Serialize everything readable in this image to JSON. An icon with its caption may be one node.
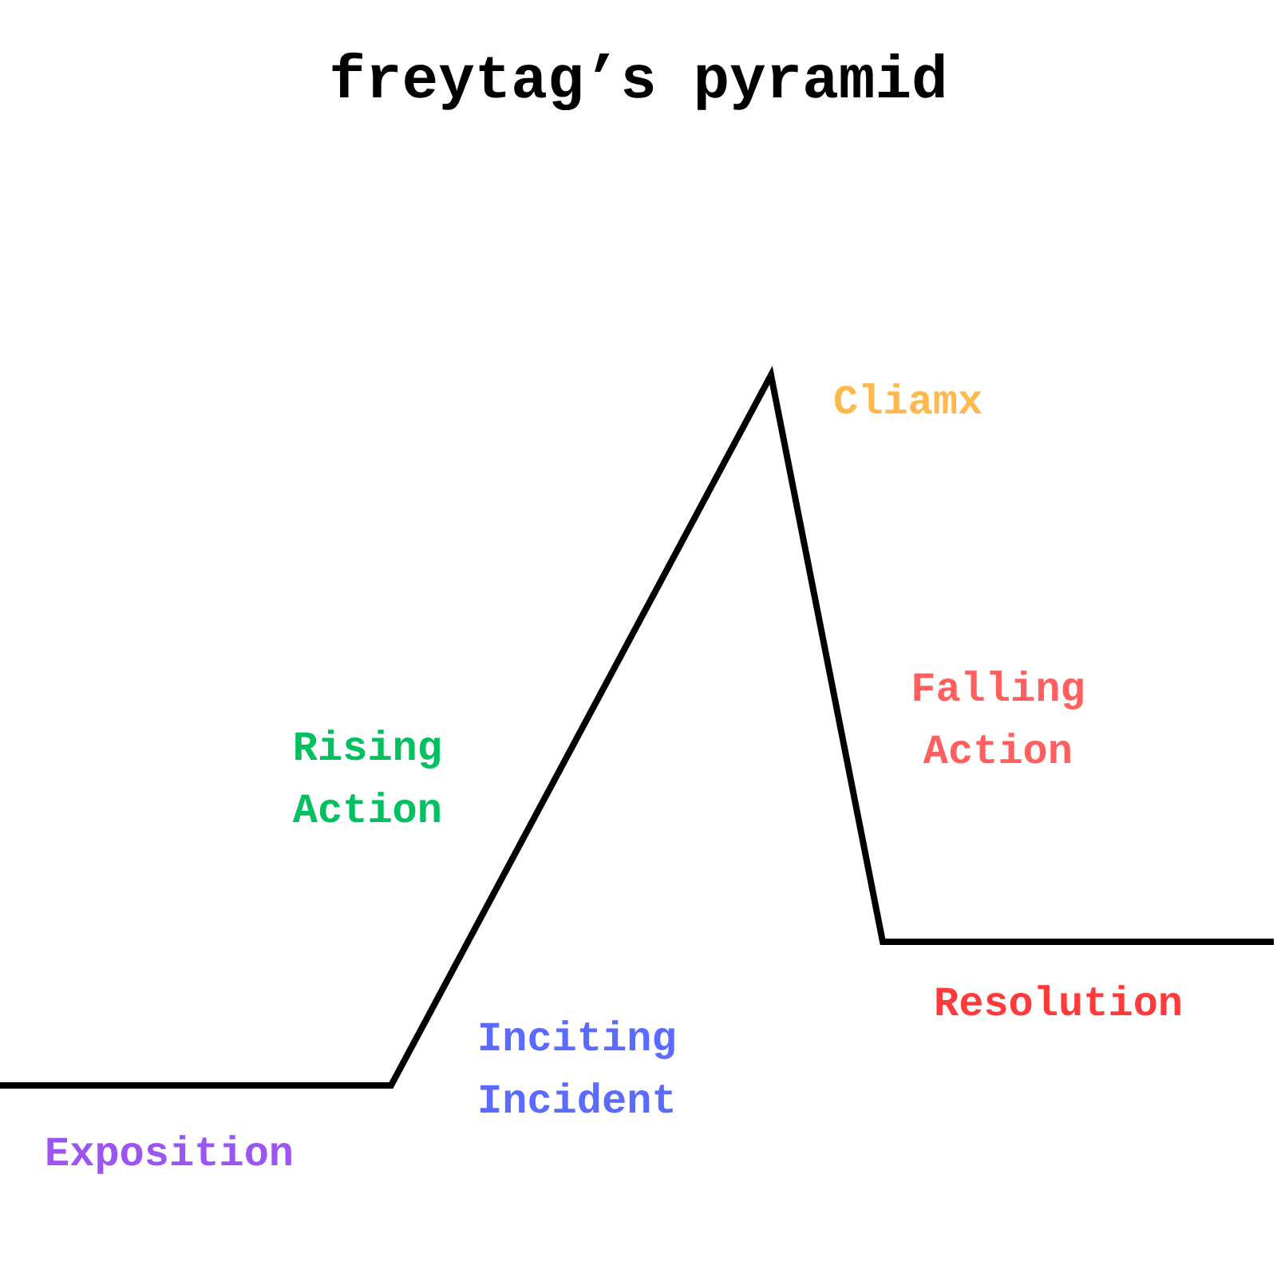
{
  "diagram": {
    "title": "freytag’s pyramid",
    "labels": [
      "Cliamx",
      "Falling Action",
      "Rising Action",
      "Resolution",
      "Inciting Incident",
      "Exposition"
    ]
  }
}
